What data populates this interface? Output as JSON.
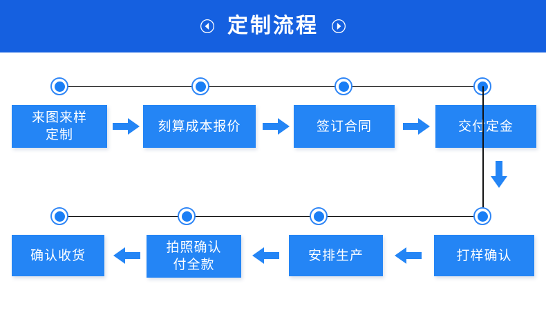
{
  "header": {
    "title": "定制流程",
    "left_icon": "circle-left-arrow-icon",
    "right_icon": "circle-right-arrow-icon",
    "background_color": "#1560e0",
    "text_color": "#ffffff"
  },
  "theme": {
    "box_color": "#2485f5",
    "accent_color": "#1a7ef5",
    "rail_color": "#111111",
    "page_background": "#ffffff"
  },
  "flow": {
    "row1": [
      {
        "label": "来图来样\n定制"
      },
      {
        "label": "刻算成本报价"
      },
      {
        "label": "签订合同"
      },
      {
        "label": "交付定金"
      }
    ],
    "row2": [
      {
        "label": "确认收货"
      },
      {
        "label": "拍照确认\n付全款"
      },
      {
        "label": "安排生产"
      },
      {
        "label": "打样确认"
      }
    ]
  }
}
